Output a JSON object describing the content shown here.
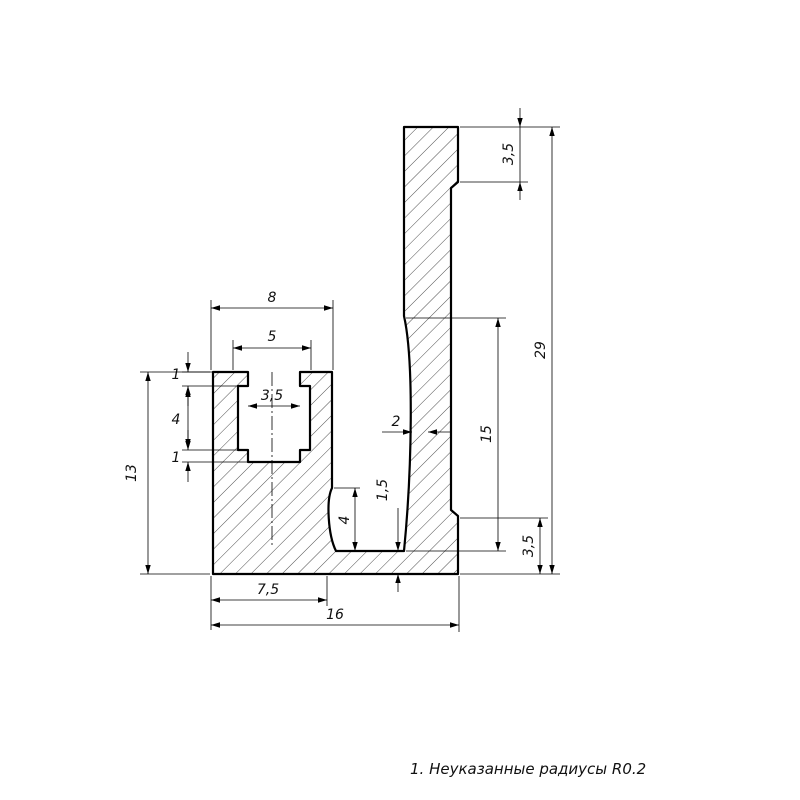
{
  "dimensions": {
    "d_8": "8",
    "d_5": "5",
    "d_3_5_slot": "3,5",
    "d_1_top": "1",
    "d_4_slot": "4",
    "d_1_bottom": "1",
    "d_13": "13",
    "d_7_5": "7,5",
    "d_16": "16",
    "d_2": "2",
    "d_1_5": "1,5",
    "d_4_groove": "4",
    "d_15": "15",
    "d_3_5_top": "3,5",
    "d_3_5_bottom": "3,5",
    "d_29": "29"
  },
  "notes": {
    "note_1": "1.  Неуказанные радиусы R0.2"
  }
}
